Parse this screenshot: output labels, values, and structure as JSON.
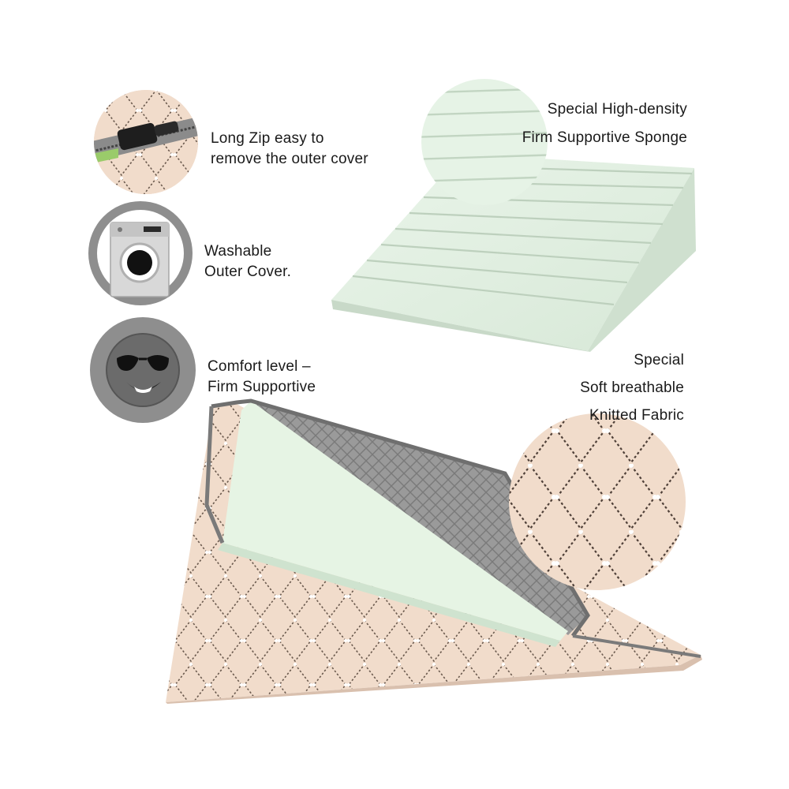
{
  "features": [
    {
      "icon": "zipper-icon",
      "lines": [
        "Long Zip easy  to",
        "remove the outer cover"
      ]
    },
    {
      "icon": "washing-machine-icon",
      "lines": [
        "Washable",
        "Outer Cover."
      ]
    },
    {
      "icon": "sunglasses-smiley-icon",
      "lines": [
        "Comfort level –",
        "Firm Supportive"
      ]
    }
  ],
  "sponge_callout": {
    "lines": [
      "Special High-density",
      "Firm Supportive Sponge"
    ]
  },
  "fabric_callout": {
    "lines": [
      "Special",
      "Soft breathable",
      "Knitted Fabric"
    ]
  },
  "colors": {
    "background": "#ffffff",
    "foam": "#e4f2e4",
    "fabric": "#f0d9c8",
    "zip_gray": "#8c8c8c",
    "icon_circle": "#8a8a8a"
  }
}
